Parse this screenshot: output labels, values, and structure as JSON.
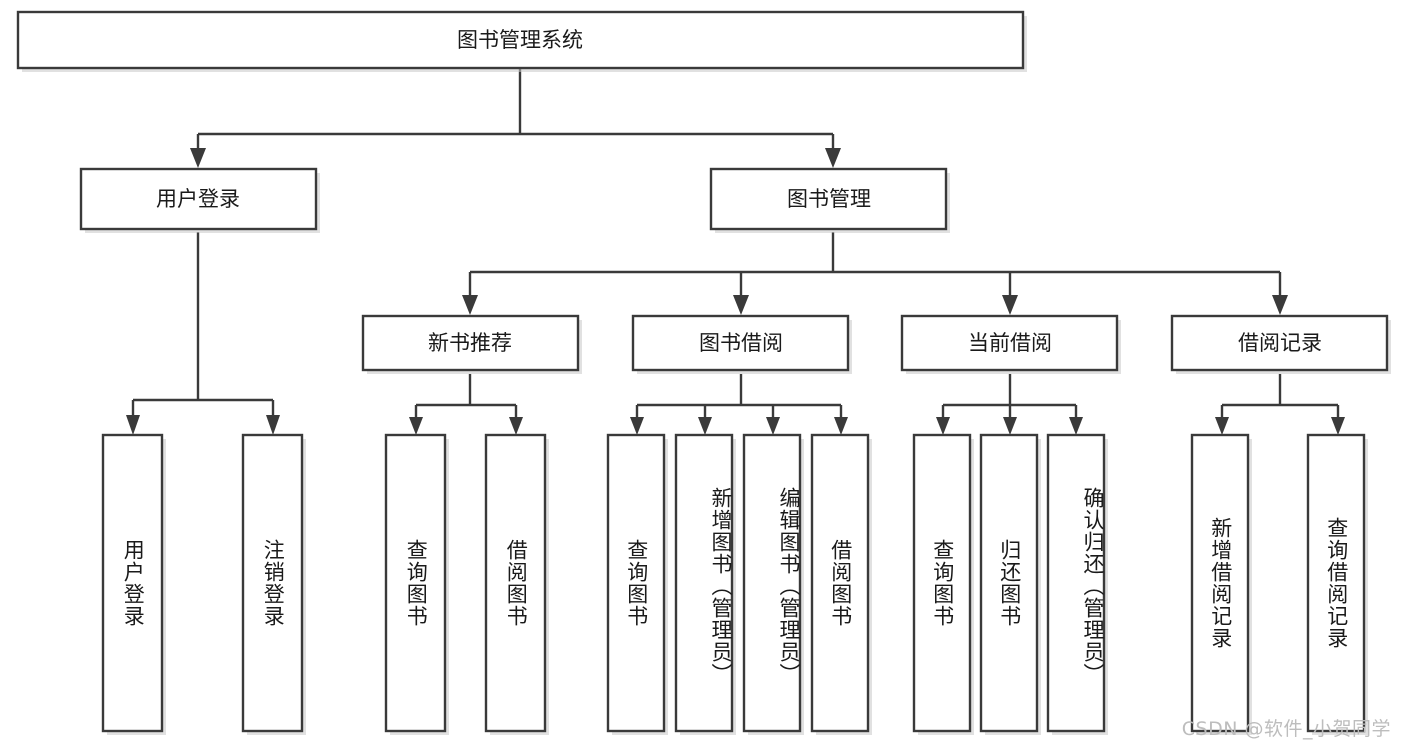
{
  "diagram": {
    "title": "图书管理系统",
    "type": "tree",
    "watermark": "CSDN @软件_小贺同学",
    "colors": {
      "box_stroke": "#3a3a3a",
      "box_fill": "#ffffff",
      "text": "#1a1a1a",
      "watermark": "#bdbdbd",
      "background": "#ffffff"
    },
    "root": {
      "label": "图书管理系统"
    },
    "level1": [
      {
        "label": "用户登录"
      },
      {
        "label": "图书管理"
      }
    ],
    "level2": [
      {
        "label": "新书推荐"
      },
      {
        "label": "图书借阅"
      },
      {
        "label": "当前借阅"
      },
      {
        "label": "借阅记录"
      }
    ],
    "leaves": {
      "user_login": [
        {
          "label": "用户登录"
        },
        {
          "label": "注销登录"
        }
      ],
      "new_book_recommend": [
        {
          "label": "查询图书"
        },
        {
          "label": "借阅图书"
        }
      ],
      "book_borrow": [
        {
          "label": "查询图书"
        },
        {
          "label": "新增图书（管理员）"
        },
        {
          "label": "编辑图书（管理员）"
        },
        {
          "label": "借阅图书"
        }
      ],
      "current_borrow": [
        {
          "label": "查询图书"
        },
        {
          "label": "归还图书"
        },
        {
          "label": "确认归还（管理员）"
        }
      ],
      "borrow_record": [
        {
          "label": "新增借阅记录"
        },
        {
          "label": "查询借阅记录"
        }
      ]
    }
  }
}
